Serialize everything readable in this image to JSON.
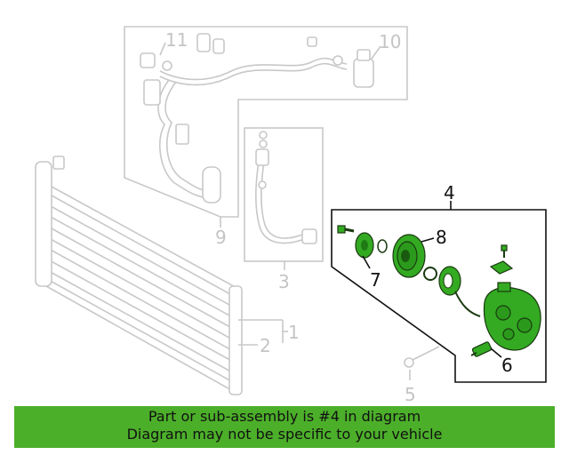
{
  "diagram": {
    "callouts": {
      "c1": "1",
      "c2": "2",
      "c3": "3",
      "c4": "4",
      "c5": "5",
      "c6": "6",
      "c7": "7",
      "c8": "8",
      "c9": "9",
      "c10": "10",
      "c11": "11"
    },
    "colors": {
      "highlight": "#33aa22",
      "banner": "#4caf2a",
      "ghost": "#c8c8c8"
    }
  },
  "banner": {
    "line1": "Part or sub-assembly is #4 in diagram",
    "line2": "Diagram may not be specific to your vehicle"
  }
}
